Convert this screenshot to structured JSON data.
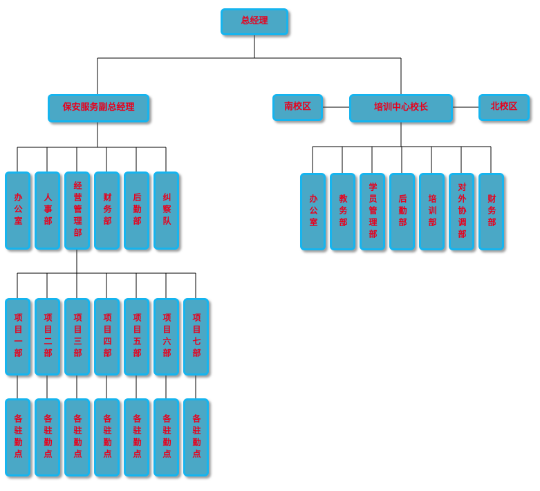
{
  "nodes": {
    "gm": "总经理",
    "security_vp": "保安服务副总经理",
    "training_principal": "培训中心校长",
    "south_campus": "南校区",
    "north_campus": "北校区",
    "sec_office": "办公室",
    "sec_hr": "人事部",
    "sec_ops": "经营管理部",
    "sec_finance": "财务部",
    "sec_logistics": "后勤部",
    "sec_patrol": "纠察队",
    "tr_office": "办公室",
    "tr_academic": "教务部",
    "tr_student": "学员管理部",
    "tr_logistics": "后勤部",
    "tr_training": "培训部",
    "tr_external": "对外协调部",
    "tr_finance": "财务部",
    "proj1": "项目一部",
    "proj2": "项目二部",
    "proj3": "项目三部",
    "proj4": "项目四部",
    "proj5": "项目五部",
    "proj6": "项目六部",
    "proj7": "项目七部",
    "post1": "各驻勤点",
    "post2": "各驻勤点",
    "post3": "各驻勤点",
    "post4": "各驻勤点",
    "post5": "各驻勤点",
    "post6": "各驻勤点",
    "post7": "各驻勤点"
  },
  "colors": {
    "box_fill": "#4aa8c6",
    "box_border": "#16b4ee",
    "text": "#e8001c",
    "line": "#000000"
  }
}
